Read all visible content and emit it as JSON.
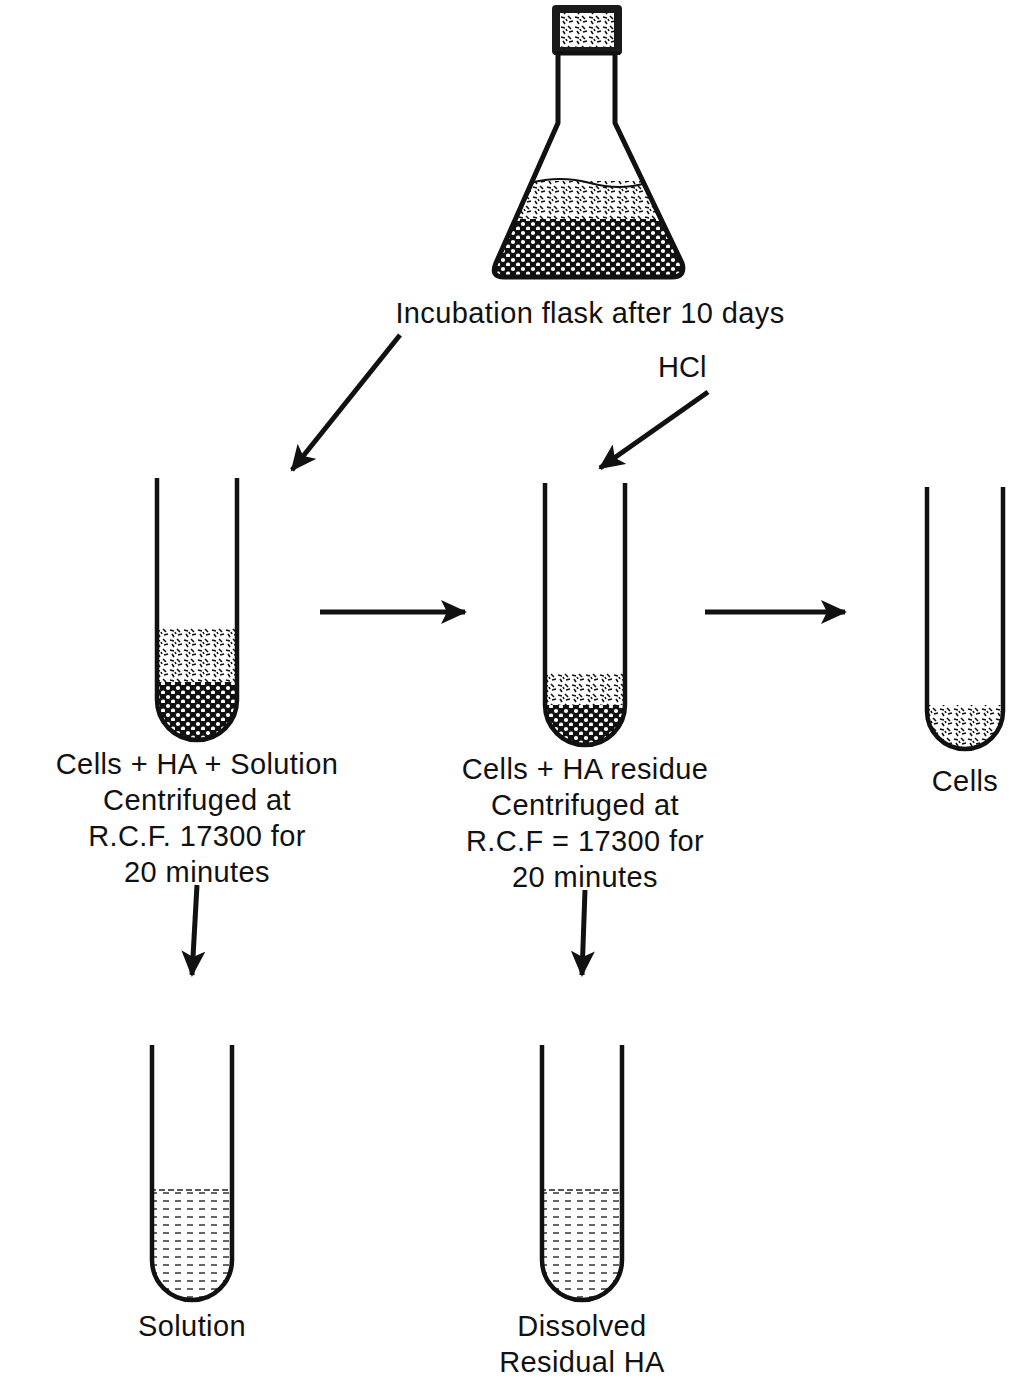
{
  "diagram": {
    "nodes": [
      {
        "text": [
          "Incubation flask after 10 days"
        ]
      },
      {
        "text": [
          "Cells + HA + Solution",
          "Centrifuged at R.C.F. 17300 for 20 minutes"
        ]
      },
      {
        "text": [
          "Cells + HA residue",
          "Centrifuged at R.C.F = 17300 for 20 minutes"
        ]
      },
      {
        "text": [
          "Cells"
        ]
      },
      {
        "text": [
          "Solution"
        ]
      },
      {
        "text": [
          "Dissolved Residual HA"
        ]
      }
    ],
    "edges": [
      {
        "from": 0,
        "to": 1,
        "arrow": "to"
      },
      {
        "from": 1,
        "to": 2,
        "arrow": "to"
      },
      {
        "from": 2,
        "to": 3,
        "arrow": "to"
      },
      {
        "from": 1,
        "to": 4,
        "arrow": "to"
      },
      {
        "from": 2,
        "to": 5,
        "arrow": "to"
      }
    ],
    "labels": [
      "HCl"
    ]
  }
}
